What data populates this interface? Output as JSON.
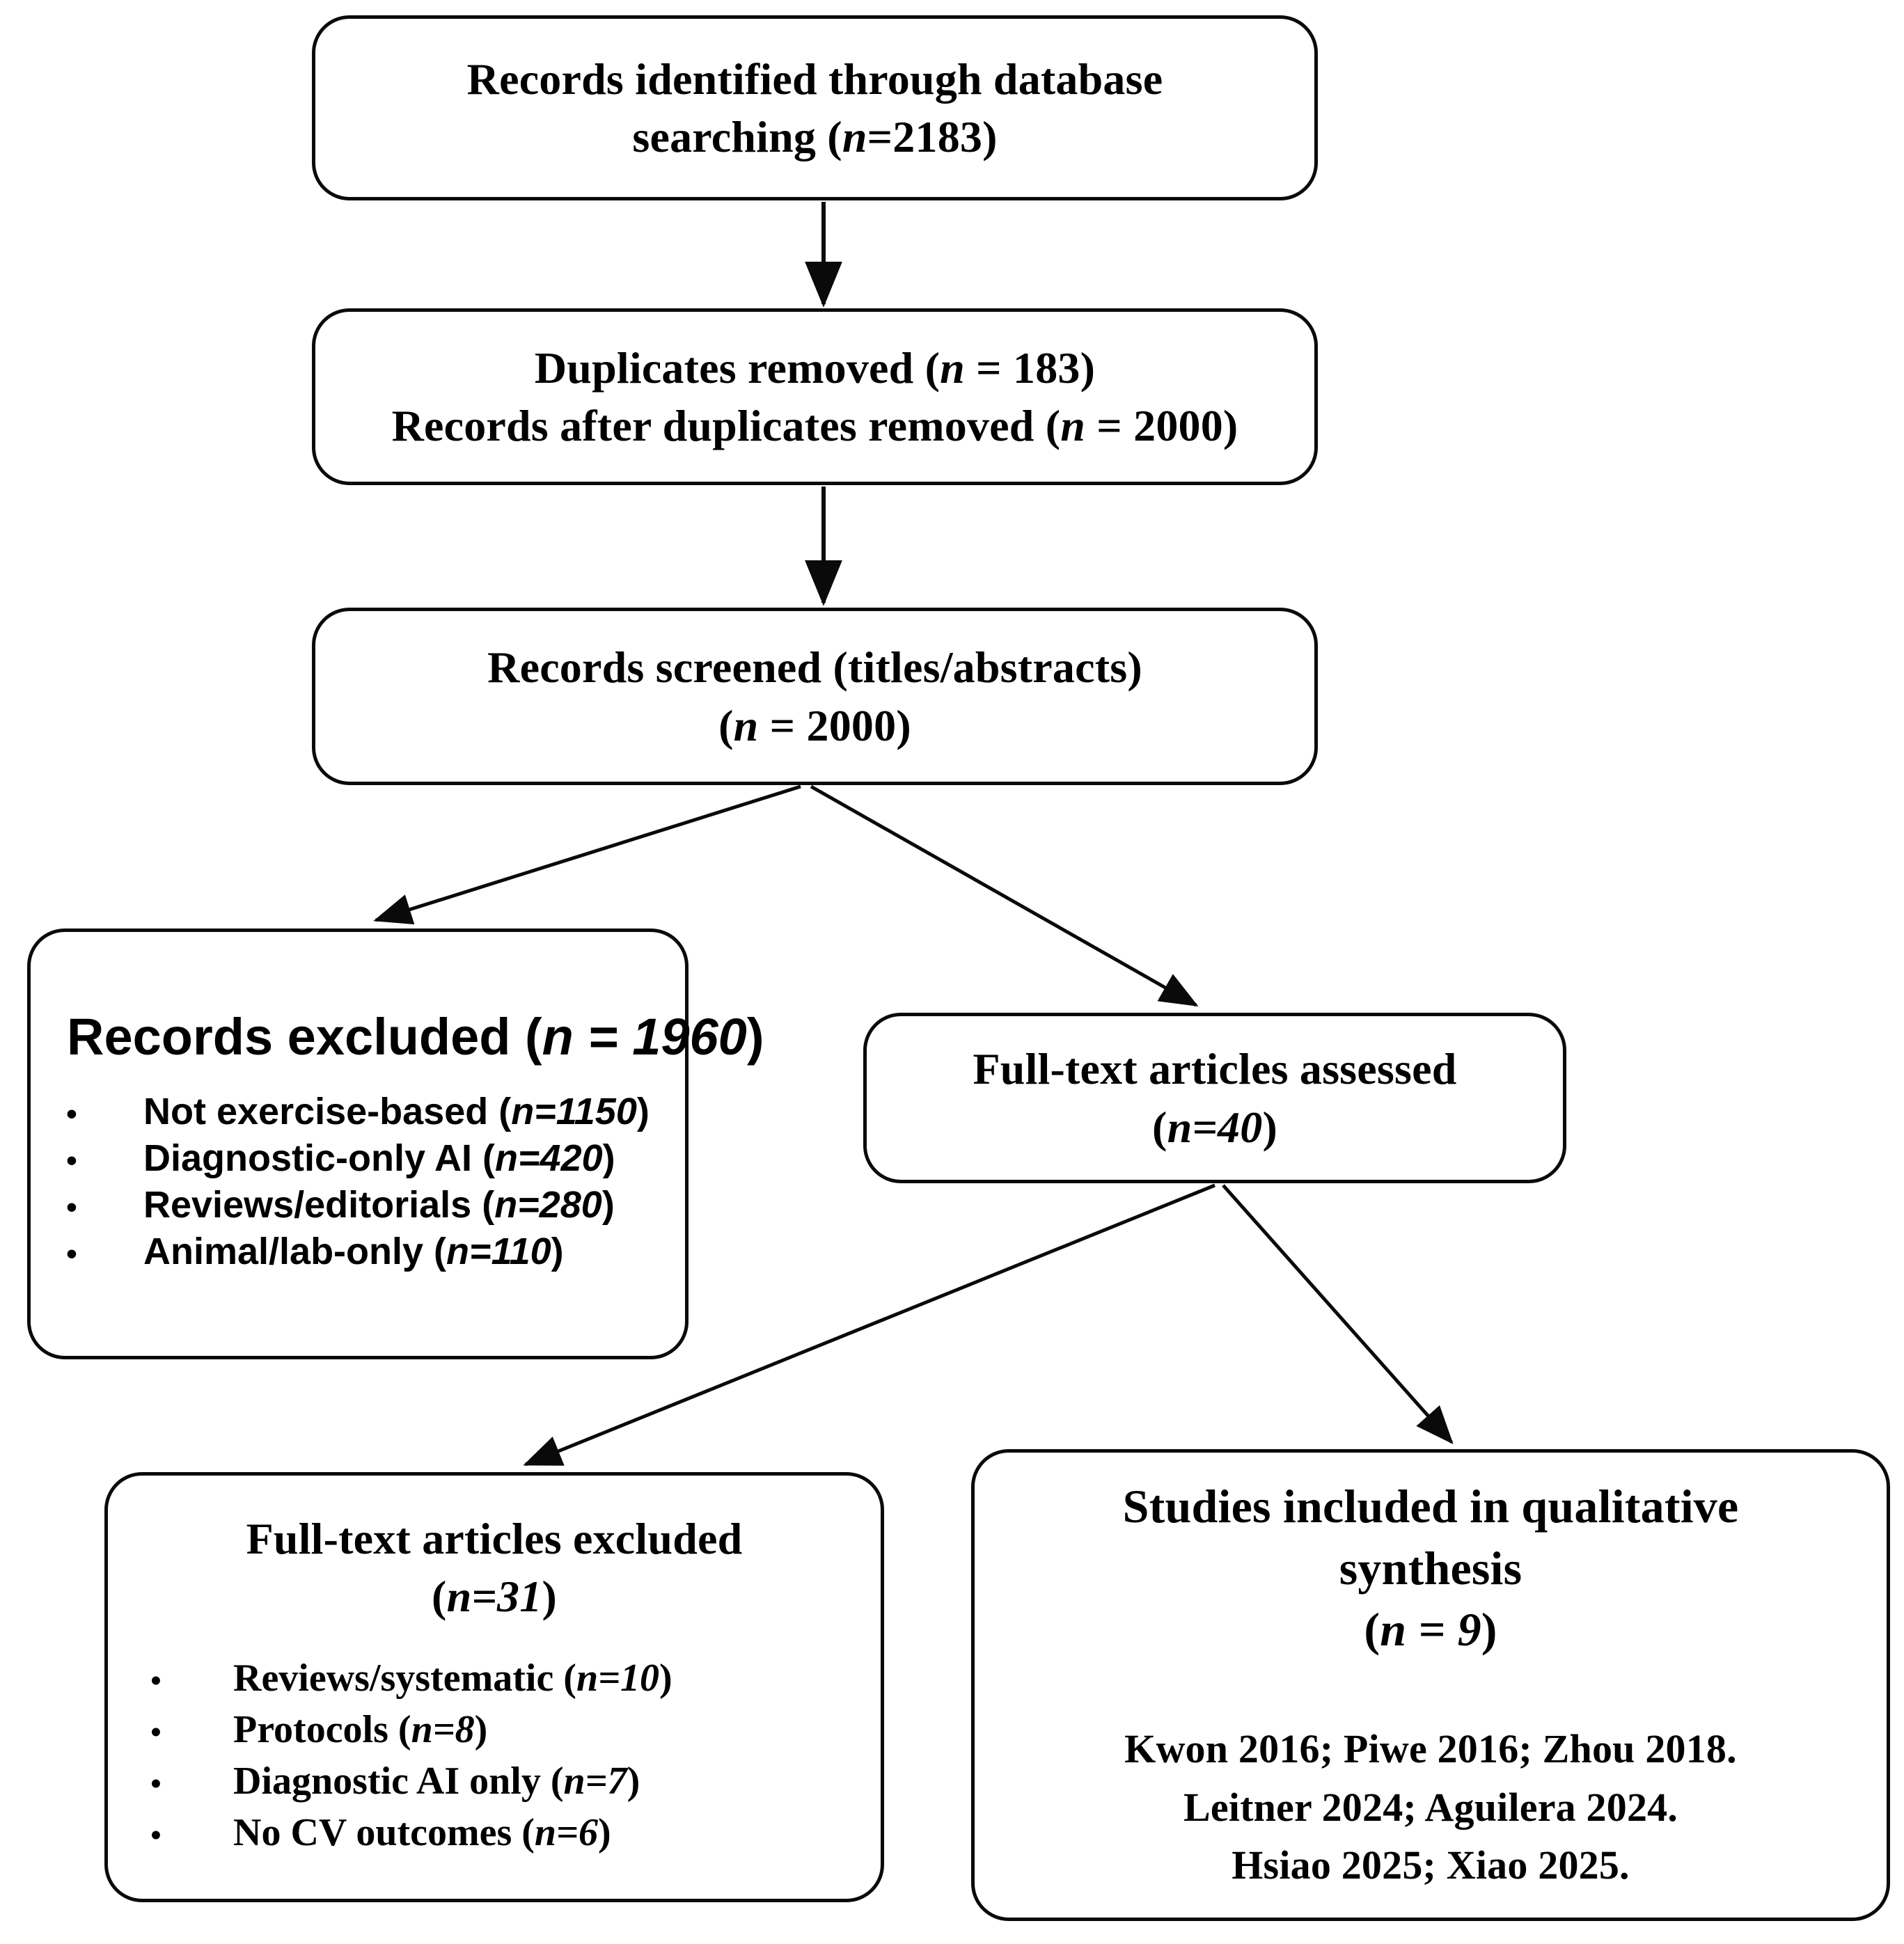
{
  "diagram": {
    "type": "prisma-flow-diagram",
    "colors": {
      "stroke": "#0a0a0a",
      "background": "#ffffff",
      "text": "#000000"
    },
    "nodes": {
      "records_identified": {
        "name": "Records identified through database searching",
        "lines": [
          {
            "text": "Records identified through database"
          },
          {
            "pre": "searching (",
            "italic": "n",
            "post": "=2183)"
          }
        ]
      },
      "duplicates_removed": {
        "name": "Duplicates removed / Records after duplicates removed",
        "lines": [
          {
            "pre": "Duplicates removed (",
            "italic": "n",
            "post": " = 183)"
          },
          {
            "pre": "Records after duplicates removed (",
            "italic": "n",
            "post": " = 2000)"
          }
        ]
      },
      "records_screened": {
        "name": "Records screened",
        "lines": [
          {
            "text": "Records screened (titles/abstracts)"
          },
          {
            "pre": "(",
            "italic": "n",
            "post": " = 2000)"
          }
        ]
      },
      "records_excluded": {
        "name": "Records excluded",
        "heading": {
          "pre": "Records excluded (",
          "italic": "n = 1960",
          "post": ")"
        },
        "bullet_char": "•",
        "bullets": [
          {
            "label": "Not exercise-based (",
            "italic": "n=1150",
            "post": ")"
          },
          {
            "label": "Diagnostic-only AI (",
            "italic": "n=420",
            "post": ")"
          },
          {
            "label": "Reviews/editorials (",
            "italic": "n=280",
            "post": ")"
          },
          {
            "label": "Animal/lab-only (",
            "italic": "n=110",
            "post": ")"
          }
        ]
      },
      "fulltext_assessed": {
        "name": "Full-text articles assessed",
        "lines": [
          {
            "text": "Full-text articles assessed"
          },
          {
            "pre": "(",
            "italic": "n=40",
            "post": ")"
          }
        ]
      },
      "fulltext_excluded": {
        "name": "Full-text articles excluded",
        "heading_lines": [
          {
            "text": "Full-text articles excluded"
          },
          {
            "pre": "(",
            "italic": "n=31",
            "post": ")"
          }
        ],
        "bullet_char": "•",
        "bullets": [
          {
            "label": "Reviews/systematic (",
            "italic": "n=10",
            "post": ")"
          },
          {
            "label": "Protocols (",
            "italic": "n=8",
            "post": ")"
          },
          {
            "label": "Diagnostic AI only (",
            "italic": "n=7",
            "post": ")"
          },
          {
            "label": "No CV outcomes (",
            "italic": "n=6",
            "post": ")"
          }
        ]
      },
      "studies_included": {
        "name": "Studies included in qualitative synthesis",
        "heading_lines": [
          {
            "text": "Studies included in qualitative"
          },
          {
            "text": "synthesis"
          },
          {
            "pre": "(",
            "italic": "n = 9",
            "post": ")"
          }
        ],
        "references": [
          "Kwon 2016; Piwe 2016; Zhou 2018.",
          "Leitner 2024; Aguilera 2024.",
          "Hsiao 2025; Xiao 2025."
        ]
      }
    },
    "edges": [
      {
        "from": "records_identified",
        "to": "duplicates_removed",
        "style": "straight-down-arrow"
      },
      {
        "from": "duplicates_removed",
        "to": "records_screened",
        "style": "straight-down-arrow"
      },
      {
        "from": "records_screened",
        "to": "records_excluded",
        "style": "diagonal-left-arrow"
      },
      {
        "from": "records_screened",
        "to": "fulltext_assessed",
        "style": "diagonal-right-arrow"
      },
      {
        "from": "fulltext_assessed",
        "to": "fulltext_excluded",
        "style": "diagonal-left-arrow"
      },
      {
        "from": "fulltext_assessed",
        "to": "studies_included",
        "style": "diagonal-right-arrow"
      }
    ]
  }
}
